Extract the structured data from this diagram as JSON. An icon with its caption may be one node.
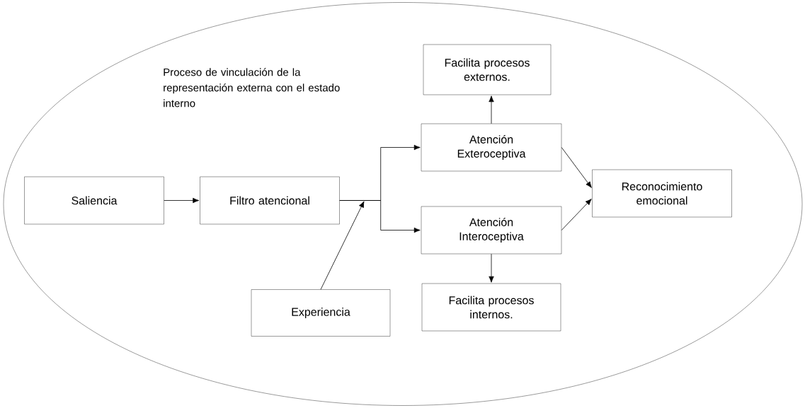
{
  "diagram": {
    "nodes": [
      {
        "text": [
          "Proceso de vinculación de la representación externa con el estado interno"
        ]
      },
      {
        "text": [
          "Saliencia"
        ],
        "in": 0
      },
      {
        "text": [
          "Filtro atencional"
        ],
        "in": 0
      },
      {
        "text": [
          "Experiencia"
        ],
        "in": 0
      },
      {
        "text": [
          "Facilita procesos externos."
        ],
        "in": 0
      },
      {
        "text": [
          "Atención Exteroceptiva"
        ],
        "in": 0
      },
      {
        "text": [
          "Atención Interoceptiva"
        ],
        "in": 0
      },
      {
        "text": [
          "Facilita procesos internos."
        ],
        "in": 0
      },
      {
        "text": [
          "Reconocimiento emocional"
        ],
        "in": 0
      }
    ],
    "edges": [
      {
        "from": 1,
        "to": 2,
        "arrow": "to"
      },
      {
        "from": 2,
        "to": 5,
        "arrow": "to"
      },
      {
        "from": 2,
        "to": 6,
        "arrow": "to"
      },
      {
        "from": 3,
        "to": null,
        "arrow": "to"
      },
      {
        "from": 5,
        "to": 4,
        "arrow": "to"
      },
      {
        "from": 6,
        "to": 7,
        "arrow": "to"
      },
      {
        "from": 5,
        "to": 8,
        "arrow": "to"
      },
      {
        "from": 6,
        "to": 8,
        "arrow": "to"
      }
    ]
  }
}
